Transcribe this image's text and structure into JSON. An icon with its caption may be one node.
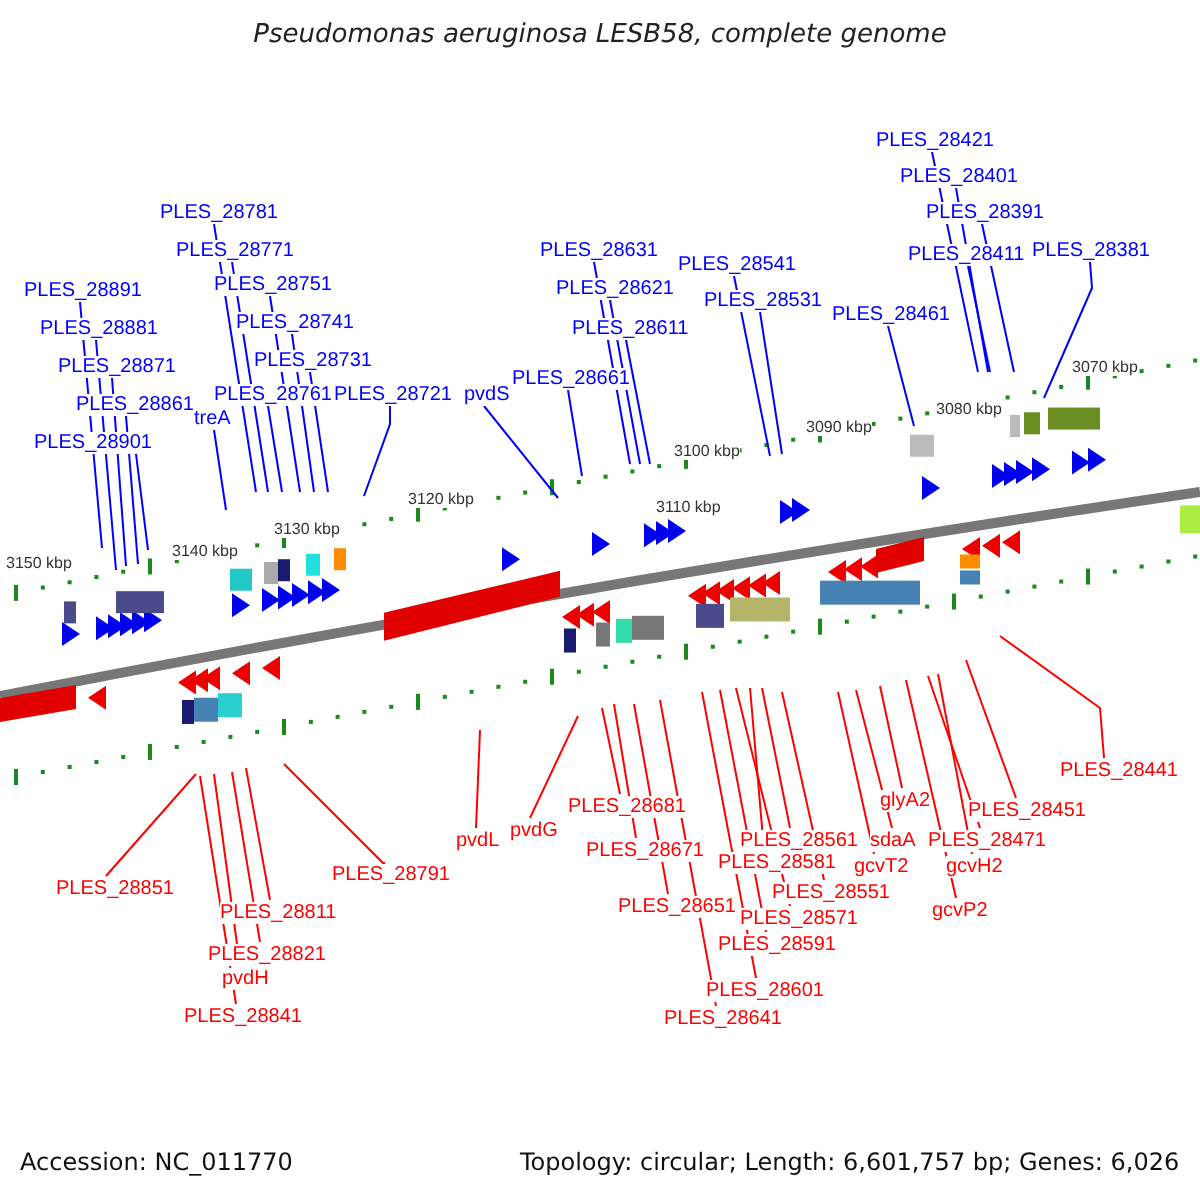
{
  "diagram": {
    "title": "Pseudomonas aeruginosa LESB58, complete genome",
    "nodes": [
      {
        "text": [
          "PLES_28891"
        ]
      },
      {
        "text": [
          "PLES_28881"
        ]
      },
      {
        "text": [
          "PLES_28871"
        ]
      },
      {
        "text": [
          "PLES_28861"
        ]
      },
      {
        "text": [
          "PLES_28901"
        ]
      },
      {
        "text": [
          "PLES_28781"
        ]
      },
      {
        "text": [
          "PLES_28771"
        ]
      },
      {
        "text": [
          "PLES_28751"
        ]
      },
      {
        "text": [
          "PLES_28741"
        ]
      },
      {
        "text": [
          "PLES_28731"
        ]
      },
      {
        "text": [
          "PLES_28761"
        ]
      },
      {
        "text": [
          "PLES_28721"
        ]
      },
      {
        "text": [
          "treA"
        ]
      },
      {
        "text": [
          "pvdS"
        ]
      },
      {
        "text": [
          "PLES_28661"
        ]
      },
      {
        "text": [
          "PLES_28631"
        ]
      },
      {
        "text": [
          "PLES_28621"
        ]
      },
      {
        "text": [
          "PLES_28611"
        ]
      },
      {
        "text": [
          "PLES_28541"
        ]
      },
      {
        "text": [
          "PLES_28531"
        ]
      },
      {
        "text": [
          "PLES_28461"
        ]
      },
      {
        "text": [
          "PLES_28421"
        ]
      },
      {
        "text": [
          "PLES_28401"
        ]
      },
      {
        "text": [
          "PLES_28391"
        ]
      },
      {
        "text": [
          "PLES_28411"
        ]
      },
      {
        "text": [
          "PLES_28381"
        ]
      },
      {
        "text": [
          "PLES_28441"
        ]
      },
      {
        "text": [
          "PLES_28851"
        ]
      },
      {
        "text": [
          "PLES_28811"
        ]
      },
      {
        "text": [
          "PLES_28821"
        ]
      },
      {
        "text": [
          "pvdH"
        ]
      },
      {
        "text": [
          "PLES_28841"
        ]
      },
      {
        "text": [
          "PLES_28791"
        ]
      },
      {
        "text": [
          "pvdL"
        ]
      },
      {
        "text": [
          "pvdG"
        ]
      },
      {
        "text": [
          "PLES_28681"
        ]
      },
      {
        "text": [
          "PLES_28671"
        ]
      },
      {
        "text": [
          "PLES_28651"
        ]
      },
      {
        "text": [
          "PLES_28641"
        ]
      },
      {
        "text": [
          "PLES_28601"
        ]
      },
      {
        "text": [
          "PLES_28591"
        ]
      },
      {
        "text": [
          "PLES_28571"
        ]
      },
      {
        "text": [
          "PLES_28581"
        ]
      },
      {
        "text": [
          "PLES_28561"
        ]
      },
      {
        "text": [
          "PLES_28551"
        ]
      },
      {
        "text": [
          "sdaA"
        ]
      },
      {
        "text": [
          "gcvT2"
        ]
      },
      {
        "text": [
          "glyA2"
        ]
      },
      {
        "text": [
          "PLES_28471"
        ]
      },
      {
        "text": [
          "gcvH2"
        ]
      },
      {
        "text": [
          "gcvP2"
        ]
      },
      {
        "text": [
          "PLES_28451"
        ]
      }
    ],
    "edges": [
      {
        "from": 0,
        "to": null,
        "arrow": "none"
      },
      {
        "from": 1,
        "to": null,
        "arrow": "none"
      },
      {
        "from": 2,
        "to": null,
        "arrow": "none"
      },
      {
        "from": 3,
        "to": null,
        "arrow": "none"
      },
      {
        "from": 4,
        "to": null,
        "arrow": "none"
      },
      {
        "from": 5,
        "to": null,
        "arrow": "none"
      },
      {
        "from": 6,
        "to": null,
        "arrow": "none"
      },
      {
        "from": 7,
        "to": null,
        "arrow": "none"
      },
      {
        "from": 8,
        "to": null,
        "arrow": "none"
      },
      {
        "from": 9,
        "to": null,
        "arrow": "none"
      },
      {
        "from": 10,
        "to": null,
        "arrow": "none"
      },
      {
        "from": 11,
        "to": null,
        "arrow": "none"
      },
      {
        "from": 12,
        "to": null,
        "arrow": "none"
      },
      {
        "from": 13,
        "to": null,
        "arrow": "none"
      },
      {
        "from": 14,
        "to": null,
        "arrow": "none"
      },
      {
        "from": 15,
        "to": null,
        "arrow": "none"
      },
      {
        "from": 16,
        "to": null,
        "arrow": "none"
      },
      {
        "from": 17,
        "to": null,
        "arrow": "none"
      },
      {
        "from": 18,
        "to": null,
        "arrow": "none"
      },
      {
        "from": 19,
        "to": null,
        "arrow": "none"
      },
      {
        "from": 20,
        "to": null,
        "arrow": "none"
      },
      {
        "from": 21,
        "to": null,
        "arrow": "none"
      },
      {
        "from": 22,
        "to": null,
        "arrow": "none"
      },
      {
        "from": 23,
        "to": null,
        "arrow": "none"
      },
      {
        "from": 24,
        "to": null,
        "arrow": "none"
      },
      {
        "from": 25,
        "to": null,
        "arrow": "none"
      },
      {
        "from": 26,
        "to": null,
        "arrow": "none",
        "color": "#ff0000"
      },
      {
        "from": 27,
        "to": null,
        "arrow": "none",
        "color": "#ff0000"
      },
      {
        "from": 28,
        "to": null,
        "arrow": "none",
        "color": "#ff0000"
      },
      {
        "from": 29,
        "to": null,
        "arrow": "none",
        "color": "#ff0000"
      },
      {
        "from": 30,
        "to": null,
        "arrow": "none",
        "color": "#ff0000"
      },
      {
        "from": 31,
        "to": null,
        "arrow": "none",
        "color": "#ff0000"
      },
      {
        "from": 32,
        "to": null,
        "arrow": "none",
        "color": "#ff0000"
      },
      {
        "from": 33,
        "to": null,
        "arrow": "none",
        "color": "#ff0000"
      },
      {
        "from": 34,
        "to": null,
        "arrow": "none",
        "color": "#ff0000"
      },
      {
        "from": 35,
        "to": null,
        "arrow": "none",
        "color": "#ff0000"
      },
      {
        "from": 36,
        "to": null,
        "arrow": "none",
        "color": "#ff0000"
      },
      {
        "from": 37,
        "to": null,
        "arrow": "none",
        "color": "#ff0000"
      },
      {
        "from": 38,
        "to": null,
        "arrow": "none",
        "color": "#ff0000"
      },
      {
        "from": 39,
        "to": null,
        "arrow": "none",
        "color": "#ff0000"
      },
      {
        "from": 40,
        "to": null,
        "arrow": "none",
        "color": "#ff0000"
      },
      {
        "from": 41,
        "to": null,
        "arrow": "none",
        "color": "#ff0000"
      },
      {
        "from": 42,
        "to": null,
        "arrow": "none",
        "color": "#ff0000"
      },
      {
        "from": 43,
        "to": null,
        "arrow": "none",
        "color": "#ff0000"
      },
      {
        "from": 44,
        "to": null,
        "arrow": "none",
        "color": "#ff0000"
      },
      {
        "from": 45,
        "to": null,
        "arrow": "none",
        "color": "#ff0000"
      },
      {
        "from": 46,
        "to": null,
        "arrow": "none",
        "color": "#ff0000"
      },
      {
        "from": 47,
        "to": null,
        "arrow": "none",
        "color": "#ff0000"
      },
      {
        "from": 48,
        "to": null,
        "arrow": "none",
        "color": "#ff0000"
      },
      {
        "from": 49,
        "to": null,
        "arrow": "none",
        "color": "#ff0000"
      },
      {
        "from": 50,
        "to": null,
        "arrow": "none",
        "color": "#ff0000"
      },
      {
        "from": 51,
        "to": null,
        "arrow": "none",
        "color": "#ff0000"
      }
    ],
    "labels": [
      "3070 kbp",
      "3080 kbp",
      "3090 kbp",
      "3100 kbp",
      "3110 kbp",
      "3120 kbp",
      "3130 kbp",
      "3140 kbp",
      "3150 kbp",
      "Accession: NC_011770",
      "Topology: circular; Length: 6,601,757 bp; Genes: 6,026"
    ]
  }
}
